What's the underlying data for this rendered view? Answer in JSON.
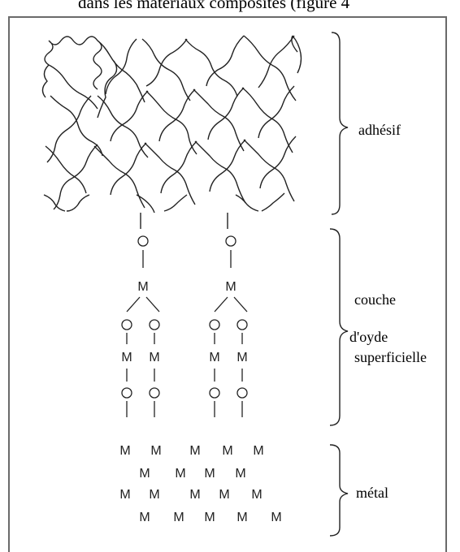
{
  "caption": "dans les matériaux composites (figure 4",
  "labels": {
    "adhesive": "adhésif",
    "oxide_line1": "couche",
    "oxide_line2": "d'oyde",
    "oxide_line3": "superficielle",
    "metal": "métal"
  },
  "atoms": {
    "oxygen": "O",
    "metal": "M"
  }
}
